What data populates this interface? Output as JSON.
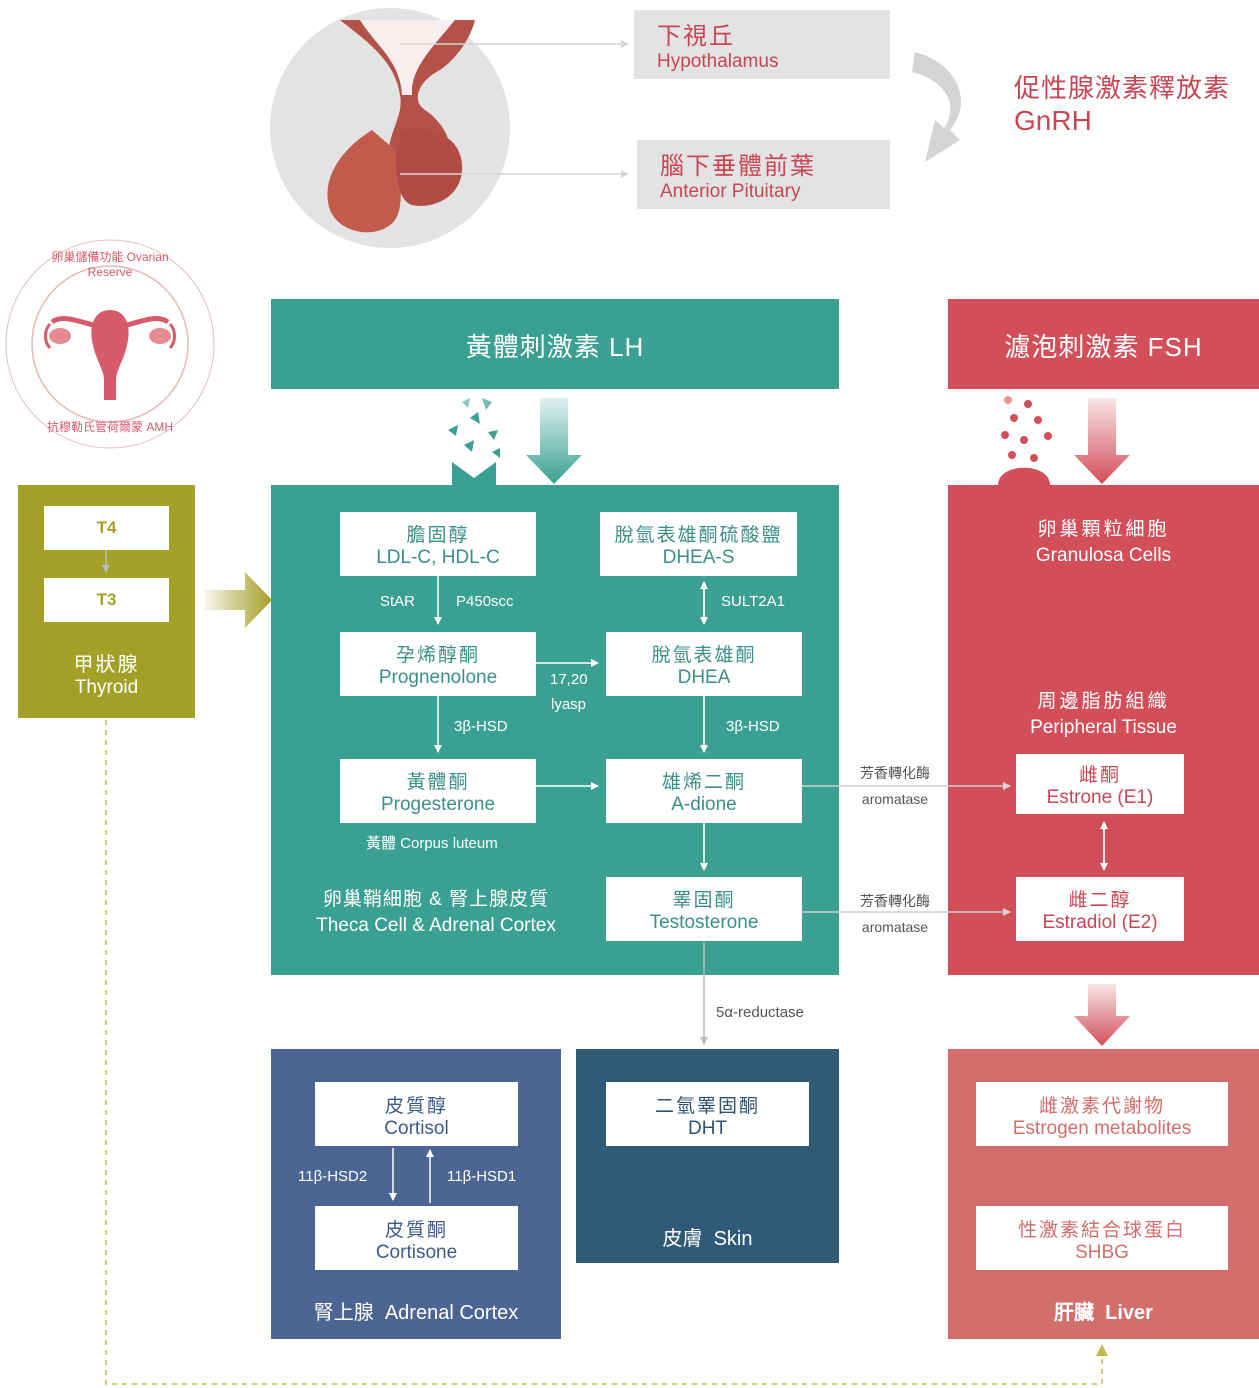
{
  "brain": {
    "hypothalamus": {
      "zh": "下視丘",
      "en": "Hypothalamus"
    },
    "pituitary": {
      "zh": "腦下垂體前葉",
      "en": "Anterior Pituitary"
    },
    "gnrh": {
      "zh": "促性腺激素釋放素",
      "en": "GnRH"
    }
  },
  "badge": {
    "top": "卵巢儲備功能 Ovarian Reserve",
    "bottom": "抗穆勒氏管荷爾蒙 AMH"
  },
  "lh": {
    "title": "黃體刺激素 LH"
  },
  "fsh": {
    "title": "濾泡刺激素 FSH"
  },
  "thyroid": {
    "t4": "T4",
    "t3": "T3",
    "zh": "甲狀腺",
    "en": "Thyroid"
  },
  "theca": {
    "cholesterol": {
      "zh": "膽固醇",
      "en": "LDL-C, HDL-C"
    },
    "pregnenolone": {
      "zh": "孕烯醇酮",
      "en": "Prognenolone"
    },
    "progesterone": {
      "zh": "黃體酮",
      "en": "Progesterone"
    },
    "dheas": {
      "zh": "脫氫表雄酮硫酸鹽",
      "en": "DHEA-S"
    },
    "dhea": {
      "zh": "脫氫表雄酮",
      "en": "DHEA"
    },
    "adione": {
      "zh": "雄烯二酮",
      "en": "A-dione"
    },
    "testosterone": {
      "zh": "睪固酮",
      "en": "Testosterone"
    },
    "star": "StAR",
    "p450scc": "P450scc",
    "sult2a1": "SULT2A1",
    "lyase1": "17,20",
    "lyase2": "lyasp",
    "hsd_left": "3β-HSD",
    "hsd_right": "3β-HSD",
    "corpus": "黃體 Corpus luteum",
    "section_zh": "卵巢鞘細胞 & 腎上腺皮質",
    "section_en": "Theca Cell & Adrenal Cortex"
  },
  "granulosa": {
    "cells": {
      "zh": "卵巢顆粒細胞",
      "en": "Granulosa Cells"
    },
    "tissue": {
      "zh": "周邊脂肪組織",
      "en": "Peripheral Tissue"
    },
    "estrone": {
      "zh": "雌酮",
      "en": "Estrone (E1)"
    },
    "estradiol": {
      "zh": "雌二醇",
      "en": "Estradiol (E2)"
    }
  },
  "aromatase1": {
    "zh": "芳香轉化酶",
    "en": "aromatase"
  },
  "aromatase2": {
    "zh": "芳香轉化酶",
    "en": "aromatase"
  },
  "reductase": "5α-reductase",
  "adrenal": {
    "cortisol": {
      "zh": "皮質醇",
      "en": "Cortisol"
    },
    "cortisone": {
      "zh": "皮質酮",
      "en": "Cortisone"
    },
    "hsd2": "11β-HSD2",
    "hsd1": "11β-HSD1",
    "title": "腎上腺  Adrenal Cortex"
  },
  "skin": {
    "dht": {
      "zh": "二氫睪固酮",
      "en": "DHT"
    },
    "title": "皮膚  Skin"
  },
  "liver": {
    "metabolites": {
      "zh": "雌激素代謝物",
      "en": "Estrogen metabolites"
    },
    "shbg": {
      "zh": "性激素結合球蛋白",
      "en": "SHBG"
    },
    "title": "肝臟  Liver"
  },
  "colors": {
    "teal": "#3aa192",
    "red": "#d24f5a",
    "olive": "#a3a027",
    "blue": "#4c6593",
    "navy": "#2f5b78",
    "liver": "#d26e6c",
    "gray": "#e3e3e3"
  }
}
